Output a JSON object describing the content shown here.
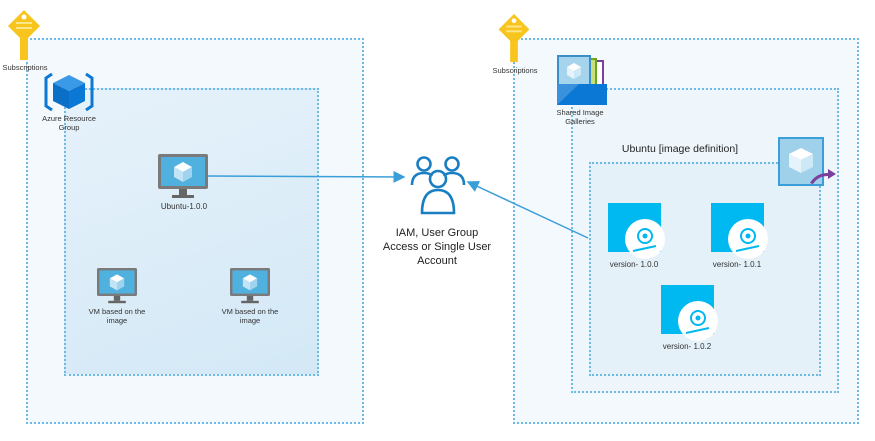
{
  "left_subscription": {
    "label": "Subscriptions",
    "resource_group": {
      "label_line1": "Azure Resource",
      "label_line2": "Group",
      "source_vm": "Ubuntu-1.0.0",
      "vms": [
        {
          "line1": "VM based on the",
          "line2": "image"
        },
        {
          "line1": "VM based on the",
          "line2": "image"
        }
      ]
    }
  },
  "access": {
    "line1": "IAM, User Group",
    "line2": "Access or Single User",
    "line3": "Account"
  },
  "right_subscription": {
    "label": "Subscriptions",
    "gallery": {
      "label_line1": "Shared Image",
      "label_line2": "Galleries",
      "image_definition": {
        "title": "Ubuntu [image definition]",
        "versions": [
          "version- 1.0.0",
          "version- 1.0.1",
          "version- 1.0.2"
        ]
      }
    }
  },
  "colors": {
    "border": "#6dbbe3",
    "connector": "#3a9fd8",
    "key": "#f7c51e",
    "disk": "#00b9f1",
    "azure_blue": "#0a78d4",
    "arrow_purple": "#7b3f9e"
  }
}
